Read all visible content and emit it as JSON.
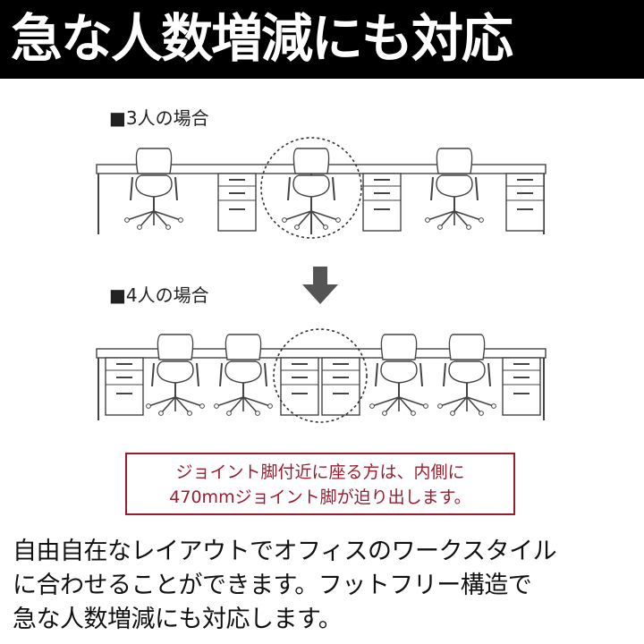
{
  "header": {
    "title": "急な人数増減にも対応"
  },
  "sections": {
    "three": {
      "label": "■3人の場合"
    },
    "four": {
      "label": "■4人の場合"
    }
  },
  "notice": {
    "line1": "ジョイント脚付近に座る方は、内側に",
    "line2": "470mmジョイント脚が迫り出します。"
  },
  "description": {
    "line1": "自由自在なレイアウトでオフィスのワークスタイル",
    "line2": "に合わせることができます。フットフリー構造で",
    "line3": "急な人数増減にも対応します。"
  },
  "colors": {
    "header_bg": "#000000",
    "header_text": "#ffffff",
    "notice_accent": "#9b1c2e",
    "line_art": "#444444"
  },
  "icons": [
    "chair-icon",
    "drawer-cabinet-icon",
    "down-arrow-icon",
    "dashed-circle-highlight"
  ]
}
